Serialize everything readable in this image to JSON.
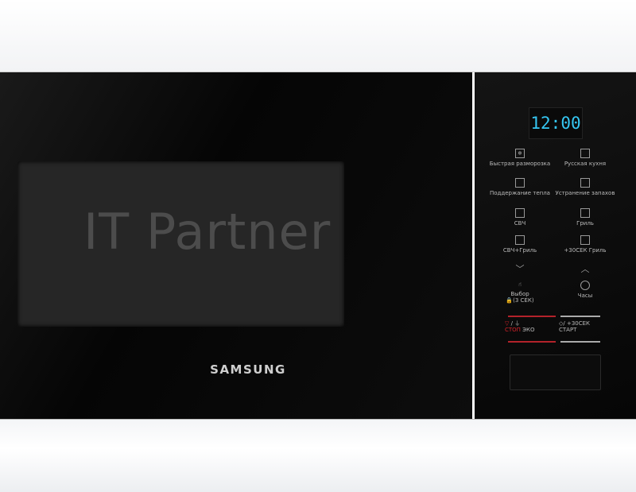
{
  "brand": "SAMSUNG",
  "watermark": "IT Partner",
  "display": {
    "time": "12:00",
    "color": "#35c6f2"
  },
  "buttons": [
    {
      "label": "Быстрая разморозка",
      "icon": "defrost-icon"
    },
    {
      "label": "Русская кухня",
      "icon": "pot-icon"
    },
    {
      "label": "Поддержание тепла",
      "icon": "keep-warm-icon"
    },
    {
      "label": "Устранение запахов",
      "icon": "deodorize-icon"
    },
    {
      "label": "СВЧ",
      "icon": "microwave-icon"
    },
    {
      "label": "Гриль",
      "icon": "grill-icon"
    },
    {
      "label": "СВЧ+Гриль",
      "icon": "combo-icon"
    },
    {
      "label": "+30СЕК Гриль",
      "icon": "grill-30-icon"
    }
  ],
  "nav": {
    "down": "﹀",
    "up": "︿"
  },
  "select": {
    "label": "Выбор",
    "sub": "🔒(3 СЕК)"
  },
  "clock": {
    "label": "Часы"
  },
  "stop": {
    "label": "СТОП",
    "eco": "ЭКО",
    "sep": "/"
  },
  "start": {
    "label": "СТАРТ",
    "extra": "/ +30СЕК"
  },
  "colors": {
    "stop": "#d8232a",
    "display": "#35c6f2"
  }
}
